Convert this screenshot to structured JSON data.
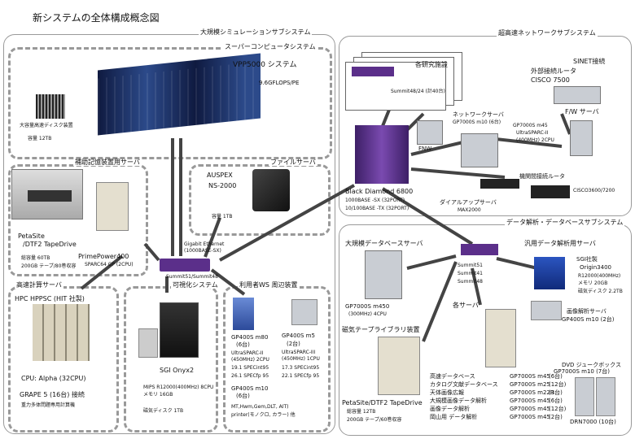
{
  "title": "新システムの全体構成概念図",
  "large_sim": {
    "title": "大規模シミュレーションサブシステム",
    "super": {
      "title": "スーパーコンピュータシステム",
      "name": "VPP5000 システム",
      "perf": "9.6GFLOPS/PE",
      "disk_label": "大容量高速ディスク装置",
      "disk_cap": "容量 12TB"
    },
    "aux": {
      "title": "補助記憶装置用サーバ",
      "petasite": "PetaSite",
      "dtf2": "/DTF2 TapeDrive",
      "cap1": "総容量 60TB",
      "cap2": "200GB テープ/80巻収容",
      "primepower": "PrimePower400",
      "pp_spec": "SPARC64 GP (2CPU)"
    },
    "file": {
      "title": "ファイルサーバ",
      "auspex": "AUSPEX",
      "ns": "NS-2000",
      "cap": "容量 1TB"
    },
    "switch": {
      "gbe": "Gigabit Ethernet",
      "base": "(1000BASE-SX)",
      "model": "Summit51/Summit48"
    },
    "hpc": {
      "title": "高速計算サーバ",
      "name": "HPC HPPSC (HIT 社製)",
      "cpu": "CPU: Alpha (32CPU)",
      "grape": "GRAPE 5 (16台) 接続",
      "grape_note": "重力多体問題専用計算機"
    },
    "vis": {
      "title": "可視化システム",
      "name": "SGI Onyx2",
      "spec1": "MIPS R12000(400MHz) 8CPU",
      "mem": "メモリ   16GB",
      "disk": "磁気ディスク    1TB"
    },
    "user": {
      "title": "利用者WS  周辺装置",
      "a_name": "GP400S m80",
      "a_count": "(6台)",
      "a_cpu": "UltraSPARC-II",
      "a_clk": "(450MHz)  2CPU",
      "a_s1": "19.1 SPECint95",
      "a_s2": "26.1 SPECfp 95",
      "b_name": "GP400S m5",
      "b_count": "(2台)",
      "b_cpu": "UltraSPARC-III",
      "b_clk": "(450MHz)  1CPU",
      "b_s1": "17.3 SPECint95",
      "b_s2": "22.1 SPECfp 95",
      "c_name": "GP400S m10",
      "c_count": "(6台)",
      "periph1": "MT,Hwm,Gem,DLT, AIT)",
      "periph2": "printer(モノクロ, カラー)   他"
    }
  },
  "net": {
    "title": "超高速ネットワークサブシステム",
    "labs": "各研究施設",
    "summit": "Summit48/24 (計40台)",
    "sinet": "SINET接続",
    "router": "外部接続ルータ",
    "cisco7500": "CISCO 7500",
    "fw": "F/W サーバ",
    "fnw": "FNW",
    "netserver": "ネットワークサーバ",
    "ns_model": "GP7000S m10 (6台)",
    "ns2_model": "GP7000S m45",
    "ns2_cpu": "UltraSPARC-II",
    "ns2_clk": "(400MHz)  2CPU",
    "bd_name": "Black Diamond 6800",
    "bd_l1": "1000BASE -SX    (32PORT)",
    "bd_l2": "10/100BASE -TX  (32PORT)",
    "dialup": "ダイアルアップサーバ",
    "max": "MAX2000",
    "inst_router": "機関間接続ルータ",
    "cisco3600": "CISCO3600/7200"
  },
  "data": {
    "title": "データ解析・データベースサブシステム",
    "db": {
      "title": "大規模データベースサーバ",
      "name": "GP7000S m450",
      "spec": "(300MHz)  4CPU"
    },
    "switch": {
      "l1": "Summit51",
      "l2": "Summit41",
      "l3": "Summit48"
    },
    "ana": {
      "title": "汎用データ解析用サーバ",
      "name": "SGI社製",
      "model": "Origin3400",
      "spec1": "R12000(400MHz)",
      "spec2": "メモリ  20GB",
      "spec3": "磁気ディスク  2.2TB"
    },
    "servers_title": "各サーバ",
    "lib": {
      "title": "磁気テープライブラリ装置",
      "name": "PetaSite/DTF2 TapeDrive",
      "cap1": "総容量 12TB",
      "cap2": "200GB テープ/60巻収容"
    },
    "img": {
      "title": "画像解析サーバ",
      "name": "GP400S m10 (2台)"
    },
    "dvd": {
      "title": "DVD ジュークボックス",
      "name": "GP7000S m10 (7台)",
      "drn": "DRN7000    (10台)"
    },
    "list": [
      {
        "label": "高速データベース",
        "model": "GP7000S m45",
        "count": "(6台)"
      },
      {
        "label": "カタログ文献データベース",
        "model": "GP7000S m25",
        "count": "(12台)"
      },
      {
        "label": "天体画像広報",
        "model": "GP7000S m22R",
        "count": "(3台)"
      },
      {
        "label": "大規模画像データ解析",
        "model": "GP7000S m45",
        "count": "(6台)"
      },
      {
        "label": "画像データ解析",
        "model": "GP7000S m45",
        "count": "(12台)"
      },
      {
        "label": "岡山用  データ解析",
        "model": "GP7000S m45",
        "count": "(2台)"
      }
    ]
  }
}
